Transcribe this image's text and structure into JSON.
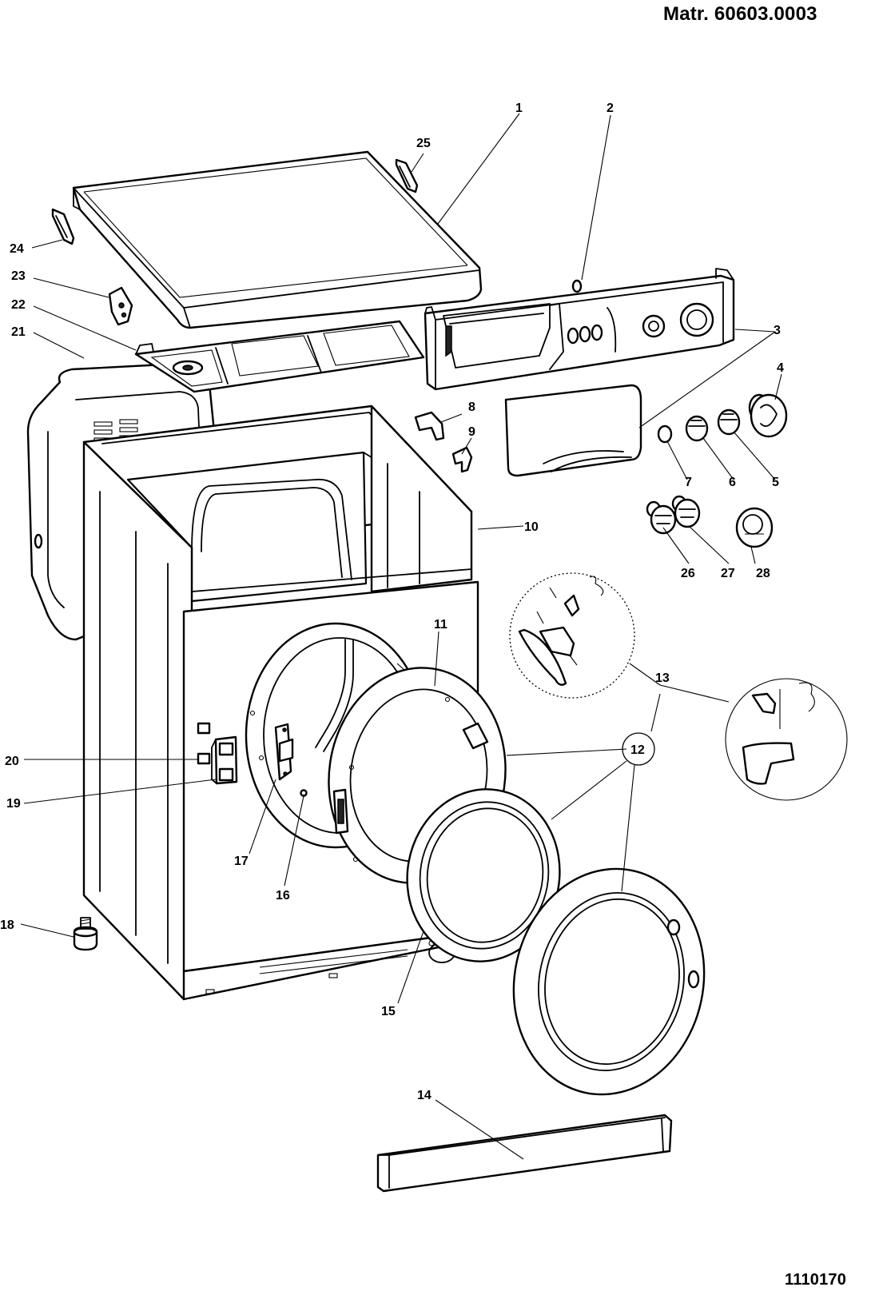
{
  "header": {
    "material_number": "Matr. 60603.0003"
  },
  "footer": {
    "drawing_number": "1110170"
  },
  "callouts": {
    "c1": "1",
    "c2": "2",
    "c3": "3",
    "c4": "4",
    "c5": "5",
    "c6": "6",
    "c7": "7",
    "c8": "8",
    "c9": "9",
    "c10": "10",
    "c11": "11",
    "c12": "12",
    "c13": "13",
    "c14": "14",
    "c15": "15",
    "c16": "16",
    "c17": "17",
    "c18": "18",
    "c19": "19",
    "c20": "20",
    "c21": "21",
    "c22": "22",
    "c23": "23",
    "c24": "24",
    "c25": "25",
    "c26": "26",
    "c27": "27",
    "c28": "28"
  }
}
